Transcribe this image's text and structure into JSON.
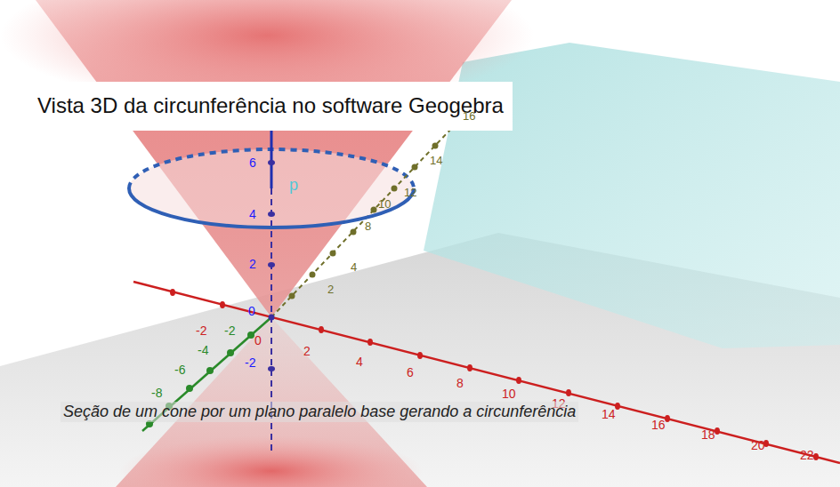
{
  "diagram": {
    "title": "Vista 3D da circunferência no software Geogebra",
    "caption": "Seção de um cone por um plano paralelo base gerando a circunferência",
    "labels": [
      "6",
      "4",
      "2",
      "0",
      "-2",
      "p",
      "-2",
      "0",
      "2",
      "4",
      "6",
      "8",
      "10",
      "12",
      "14",
      "16",
      "18",
      "20",
      "22",
      "-2",
      "-4",
      "-6",
      "-8",
      "2",
      "4",
      "8",
      "10",
      "12",
      "14",
      "16"
    ]
  }
}
